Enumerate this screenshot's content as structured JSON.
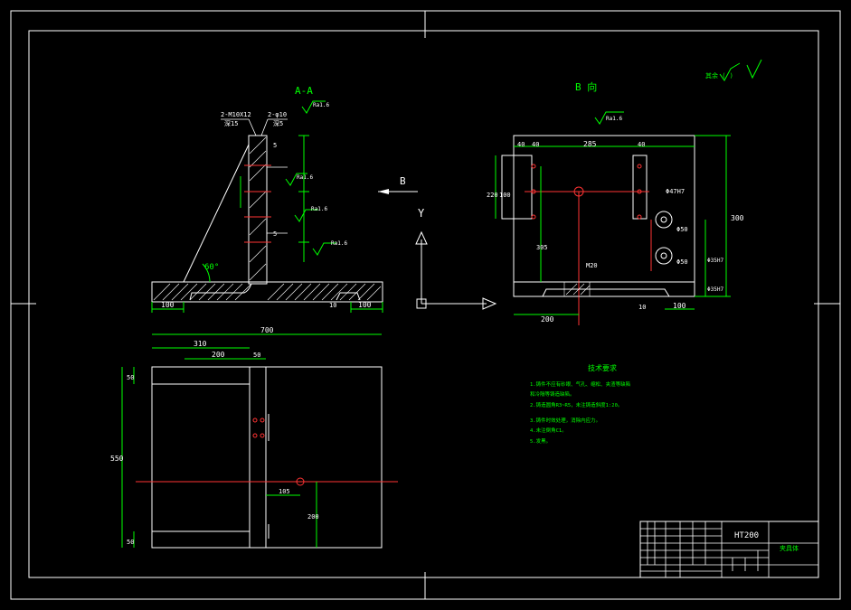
{
  "title_block": {
    "material": "HT200",
    "name": "夹具体"
  },
  "views": {
    "section_aa": {
      "label": "A-A",
      "angle": "60°",
      "dims": {
        "base_left": "100",
        "base_right": "100",
        "gap": "10"
      },
      "callouts": {
        "hole_a": "2-M10X12",
        "hole_a_sub": "深15",
        "hole_b": "2-φ10",
        "hole_b_sub": "深5",
        "rough_1": "Ra1.6",
        "rough_2": "Ra1.6",
        "rough_3": "Ra1.6",
        "rough_4": "Ra1.6",
        "dim_5a": "5",
        "dim_5b": "5"
      }
    },
    "view_b": {
      "label": "B 向",
      "arrow_label": "B",
      "axis_label": "Y",
      "dims": {
        "d40a": "40",
        "d40b": "40",
        "d285": "285",
        "d40c": "40",
        "d220": "220",
        "d100": "100",
        "d305": "305",
        "d300": "300",
        "d200": "200",
        "d100b": "100",
        "d10": "10",
        "m20": "M20",
        "phi50a": "Φ50",
        "phi50b": "Φ50",
        "slot": "Φ47H7",
        "phi_side": "Φ35H7",
        "side_b": "Φ35H7"
      },
      "rough": "Ra1.6"
    },
    "top_view": {
      "dims": {
        "d700": "700",
        "d310": "310",
        "d200": "200",
        "d50": "50",
        "d550": "550",
        "d50a": "50",
        "d50b": "50",
        "d105": "105",
        "d200b": "200"
      }
    }
  },
  "roughness_note": "其余 ( )",
  "tech_req": {
    "title": "技术要求",
    "lines": [
      "1.铸件不应有砂眼、气孔、缩松、夹渣等缺陷",
      "和冷隔等铸造缺陷。",
      "2.铸造圆角R3~R5，未注铸造斜度1:20。",
      "3.铸件时效处理，消除内应力。",
      "4.未注倒角C1。",
      "5.发黑。"
    ]
  }
}
